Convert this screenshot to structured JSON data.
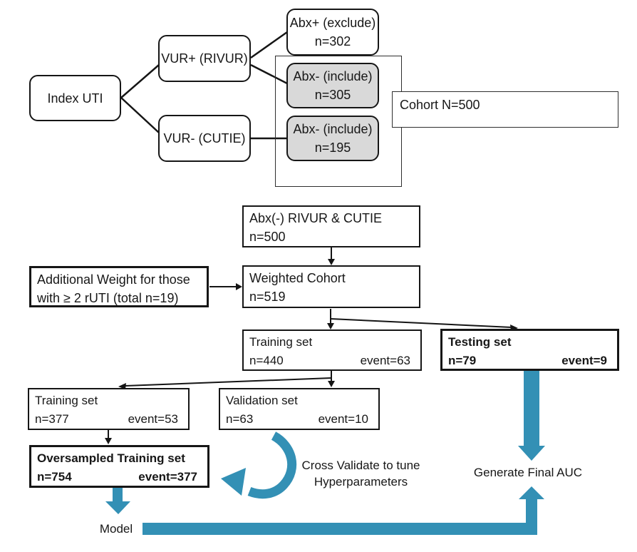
{
  "diagram": {
    "colors": {
      "accent_blue": "#3390b5",
      "box_gray": "#d9d9d9"
    },
    "cohort_tree": {
      "index_uti": "Index UTI",
      "vur_positive": "VUR+ (RIVUR)",
      "vur_negative": "VUR- (CUTIE)",
      "abx_exclude": {
        "line1": "Abx+ (exclude)",
        "line2": "n=302"
      },
      "abx_include_rivur": {
        "line1": "Abx- (include)",
        "line2": "n=305"
      },
      "abx_include_cutie": {
        "line1": "Abx- (include)",
        "line2": "n=195"
      },
      "cohort_total": "Cohort N=500"
    },
    "pipeline": {
      "abx_neg_cohort": {
        "line1": "Abx(-) RIVUR & CUTIE",
        "line2": "n=500"
      },
      "additional_weight": {
        "line1": "Additional Weight for those",
        "line2": "with ≥ 2 rUTI (total n=19)"
      },
      "weighted_cohort": {
        "line1": "Weighted Cohort",
        "line2": "n=519"
      },
      "training_set": {
        "title": "Training set",
        "n": "n=440",
        "event": "event=63"
      },
      "testing_set": {
        "title": "Testing set",
        "n": "n=79",
        "event": "event=9"
      },
      "training_subset": {
        "title": "Training set",
        "n": "n=377",
        "event": "event=53"
      },
      "validation_set": {
        "title": "Validation set",
        "n": "n=63",
        "event": "event=10"
      },
      "oversampled_set": {
        "title": "Oversampled Training set",
        "n": "n=754",
        "event": "event=377"
      },
      "cross_validate": {
        "line1": "Cross Validate to tune",
        "line2": "Hyperparameters"
      },
      "model_label": "Model",
      "final_auc_label": "Generate Final AUC"
    }
  }
}
